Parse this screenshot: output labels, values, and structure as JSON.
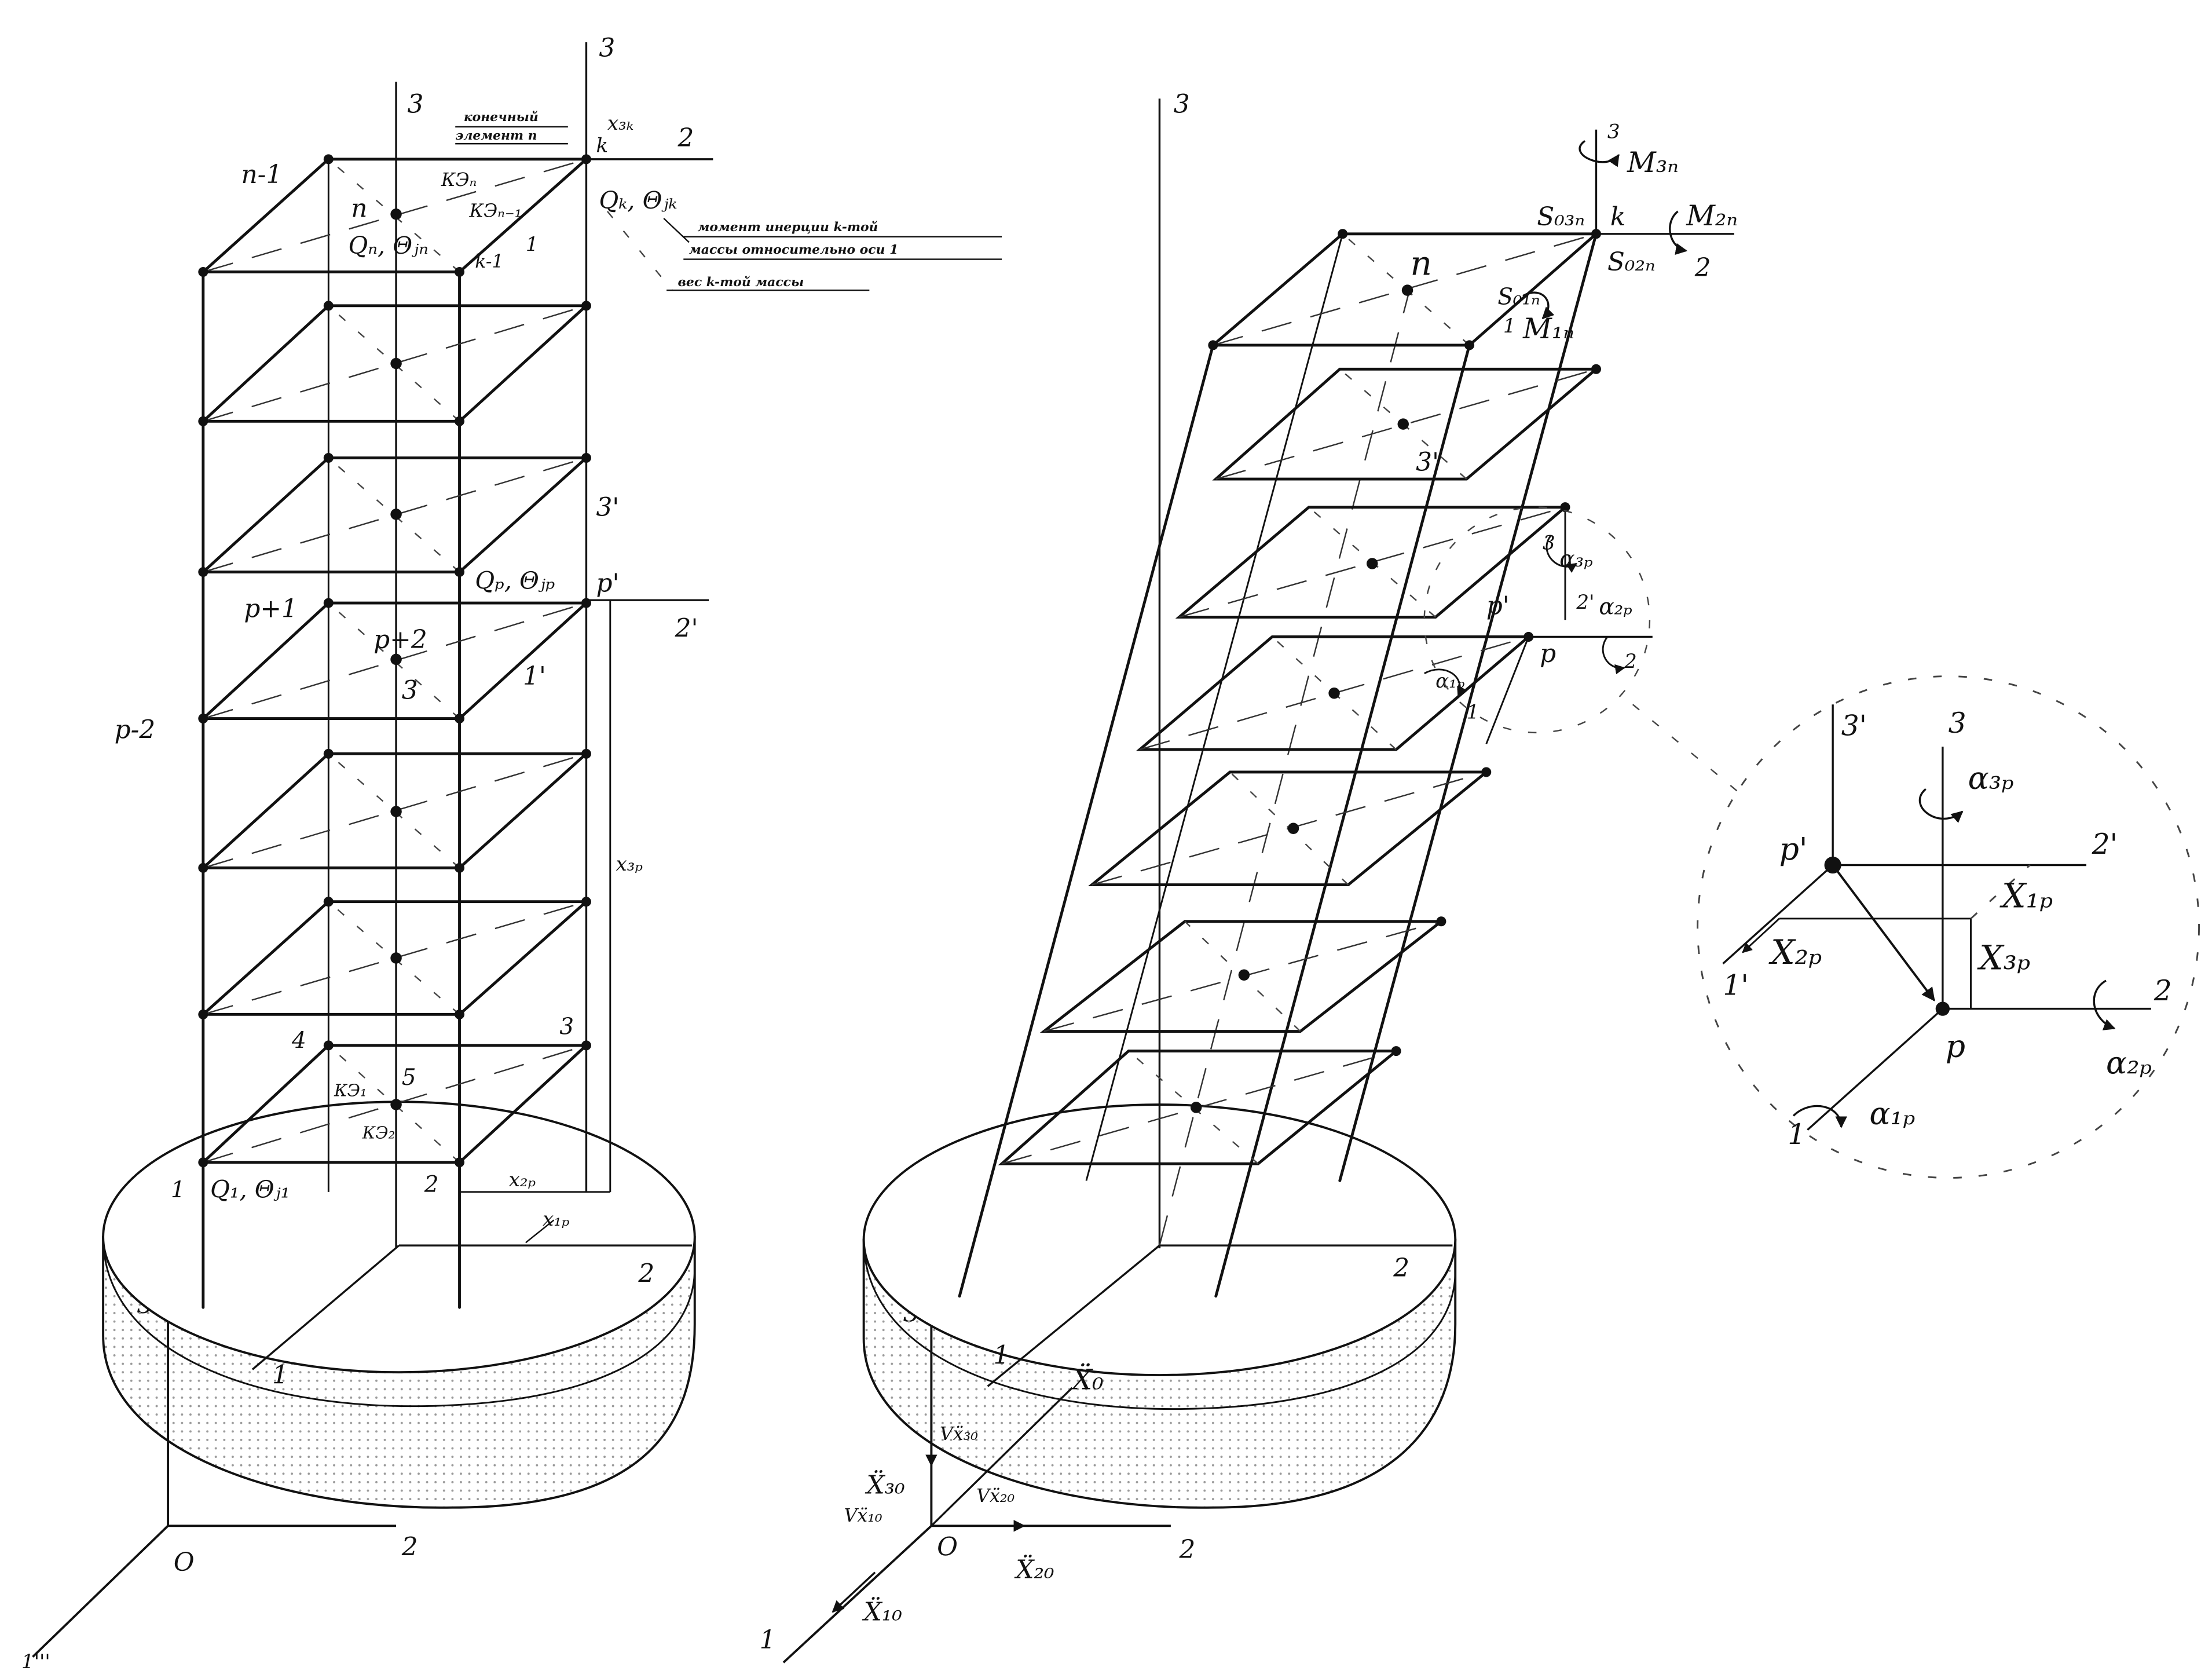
{
  "colors": {
    "ink": "#111111",
    "paper": "#ffffff",
    "hatch": "#9a9a9a"
  },
  "left": {
    "origin": "O",
    "axis1": "1'''",
    "axis2": "2",
    "axis3": "3",
    "base_axis1": "1",
    "base_axis2": "2",
    "axis3_inner": "3",
    "axis3_outer": "3",
    "axis3_prime": "3'",
    "axis2_top": "2",
    "axis2_prime": "2'",
    "axis1_prime": "1'",
    "x3k": "x₃ₖ",
    "x3p": "x₃ₚ",
    "x2p": "x₂ₚ",
    "x1p": "x₁ₚ",
    "n_minus_1": "n-1",
    "n": "n",
    "k": "k",
    "k_minus_1": "k-1",
    "ke_n": "КЭₙ",
    "ke_n1": "КЭₙ₋₁",
    "Qn": "Qₙ, Θⱼₙ",
    "Qk": "Qₖ, Θⱼₖ",
    "Qp": "Qₚ, Θⱼₚ",
    "Q1": "Q₁, Θⱼ₁",
    "p_plus_1": "p+1",
    "p_plus_2": "p+2",
    "p_prime": "p'",
    "p_minus_2": "p-2",
    "three": "3",
    "one": "1",
    "node1": "1",
    "node2": "2",
    "node3": "3",
    "node4": "4",
    "node5": "5",
    "ke1": "КЭ₁",
    "ke2": "КЭ₂",
    "note_element_1": "конечный",
    "note_element_2": "элемент n",
    "note_inertia_1": "момент инерции k-той",
    "note_inertia_2": "массы относительно оси 1",
    "note_weight": "вес k-той массы"
  },
  "right": {
    "axis3_top": "3",
    "origin": "O",
    "axis1_ground": "1",
    "axis2_ground": "2",
    "axis3_ground": "3",
    "base_axis1": "1",
    "base_axis2": "2",
    "k": "k",
    "n": "n",
    "M3n": "M₃ₙ",
    "M2n": "M₂ₙ",
    "M1n": "M₁ₙ",
    "S03n": "S₀₃ₙ",
    "S01n": "S₀₁ₙ",
    "S02n": "S₀₂ₙ",
    "two": "2",
    "three": "3",
    "one": "1",
    "three_prime": "3'",
    "p_prime": "p'",
    "p": "p",
    "two_prime": "2'",
    "a3p": "α₃ₚ",
    "a2p": "α₂ₚ",
    "a1p": "α₁ₚ",
    "three_p": "3",
    "two_p": "2",
    "one_p": "1",
    "X_dd": "Ẍ₀",
    "X3_dd": "Ẍ₃₀",
    "X1_dd": "Ẍ₁₀",
    "X2_dd": "Ẍ₂₀",
    "V_X3": "Vẍ₃₀",
    "V_X1": "Vẍ₁₀",
    "V_X2": "Vẍ₂₀"
  },
  "detail": {
    "p_prime": "p'",
    "p": "p",
    "axis3_prime": "3'",
    "axis3": "3",
    "axis2_prime": "2'",
    "axis2": "2",
    "axis1_prime": "1'",
    "axis1": "1",
    "a3p": "α₃ₚ",
    "a2p": "α₂ₚ",
    "a1p": "α₁ₚ",
    "X1p": "X₁ₚ",
    "X2p": "X₂ₚ",
    "X3p": "X₃ₚ"
  }
}
